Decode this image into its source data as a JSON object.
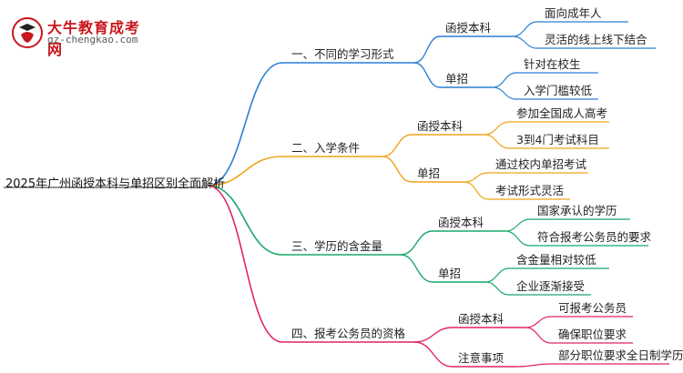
{
  "logo": {
    "title": "大牛教育成考网",
    "url": "gz-chengkao.com"
  },
  "root": "2025年广州函授本科与单招区别全面解析",
  "colors": {
    "b1": "#2b7fd4",
    "b2": "#f0a418",
    "b3": "#18a86b",
    "b4": "#e0245e"
  },
  "branches": [
    {
      "label": "一、不同的学习形式",
      "subs": [
        {
          "label": "函授本科",
          "leaves": [
            "面向成年人",
            "灵活的线上线下结合"
          ]
        },
        {
          "label": "单招",
          "leaves": [
            "针对在校生",
            "入学门槛较低"
          ]
        }
      ]
    },
    {
      "label": "二、入学条件",
      "subs": [
        {
          "label": "函授本科",
          "leaves": [
            "参加全国成人高考",
            "3到4门考试科目"
          ]
        },
        {
          "label": "单招",
          "leaves": [
            "通过校内单招考试",
            "考试形式灵活"
          ]
        }
      ]
    },
    {
      "label": "三、学历的含金量",
      "subs": [
        {
          "label": "函授本科",
          "leaves": [
            "国家承认的学历",
            "符合报考公务员的要求"
          ]
        },
        {
          "label": "单招",
          "leaves": [
            "含金量相对较低",
            "企业逐渐接受"
          ]
        }
      ]
    },
    {
      "label": "四、报考公务员的资格",
      "subs": [
        {
          "label": "函授本科",
          "leaves": [
            "可报考公务员",
            "确保职位要求"
          ]
        },
        {
          "label": "注意事项",
          "leaves": [
            "部分职位要求全日制学历"
          ]
        }
      ]
    }
  ]
}
